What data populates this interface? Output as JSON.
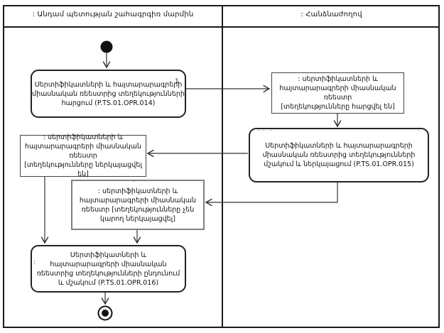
{
  "diagram": {
    "type": "uml-activity-swimlane-diagram",
    "lanes": {
      "left": {
        "title": ": Անդամ պետության շահագրգիռ մարմին"
      },
      "right": {
        "title": ": Հանձնաժողով"
      }
    },
    "nodes": {
      "initial_node": {
        "shape": "filled-circle"
      },
      "action1": {
        "badge": "1",
        "lines": [
          "Սերտիֆիկատների և հայտարարագրերի",
          "միասնական ռեեստրից տեղեկությունների",
          "հարցում (P.TS.01.OPR.014)"
        ]
      },
      "object1": {
        "lines": [
          ": սերտիֆիկատների և",
          "հայտարարագրերի միասնական ռեեստր",
          "[տեղեկությունները հարցվել են]"
        ]
      },
      "action2": {
        "marks_left": "˜˜ ˜",
        "marks_right": "˜",
        "lines": [
          "Սերտիֆիկատների և հայտարարագրերի",
          "միասնական ռեեստրից տեղեկությունների",
          "մշակում և ներկայացում (P.TS.01.OPR.015)"
        ]
      },
      "object2": {
        "lines": [
          ": սերտիֆիկատների և",
          "հայտարարագրերի միասնական ռեեստր",
          "[տեղեկությունները ներկայացվել են]"
        ]
      },
      "object3": {
        "mark": "˜",
        "lines": [
          ": սերտիֆիկատների և",
          "հայտարարագրերի միասնական",
          "ռեեստր [տեղեկությունները չեն",
          "կարող ներկայացվել]"
        ]
      },
      "action3": {
        "mark": ":",
        "lines": [
          "Սերտիֆիկատների և",
          "հայտարարագրերի միասնական",
          "ռեեստրից տեղեկությունների ընդունում",
          "և մշակում (P.TS.01.OPR.016)"
        ]
      },
      "final_node": {
        "shape": "bullseye-circle"
      }
    },
    "colors": {
      "line": "#333333",
      "border": "#1a1a1a",
      "background": "#ffffff"
    }
  }
}
